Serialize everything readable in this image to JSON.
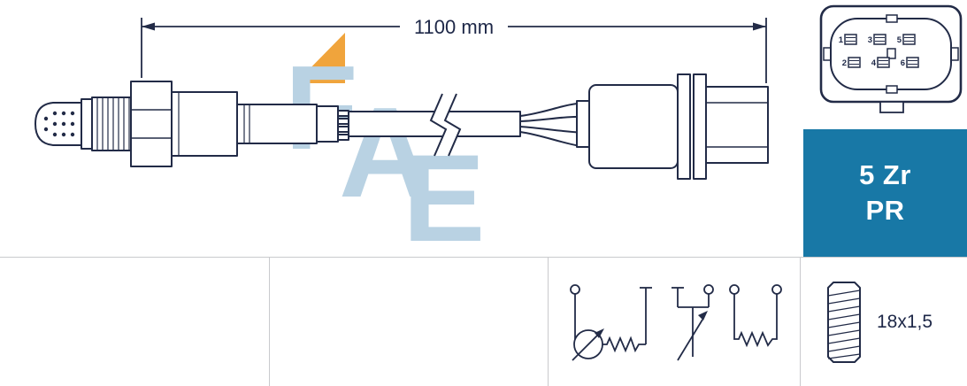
{
  "diagram": {
    "dimension_label": "1100 mm"
  },
  "watermark": {
    "letters": [
      "F",
      "A",
      "E"
    ],
    "letter_color": "#b9d2e3",
    "triangle_color": "#f0a43c"
  },
  "connector": {
    "pins": [
      "1",
      "2",
      "3",
      "4",
      "5",
      "6"
    ]
  },
  "product": {
    "code_line1": "5 Zr",
    "code_line2": "PR",
    "box_color": "#1878a6"
  },
  "thread": {
    "size": "18x1,5"
  },
  "style": {
    "line_color": "#222b47"
  }
}
